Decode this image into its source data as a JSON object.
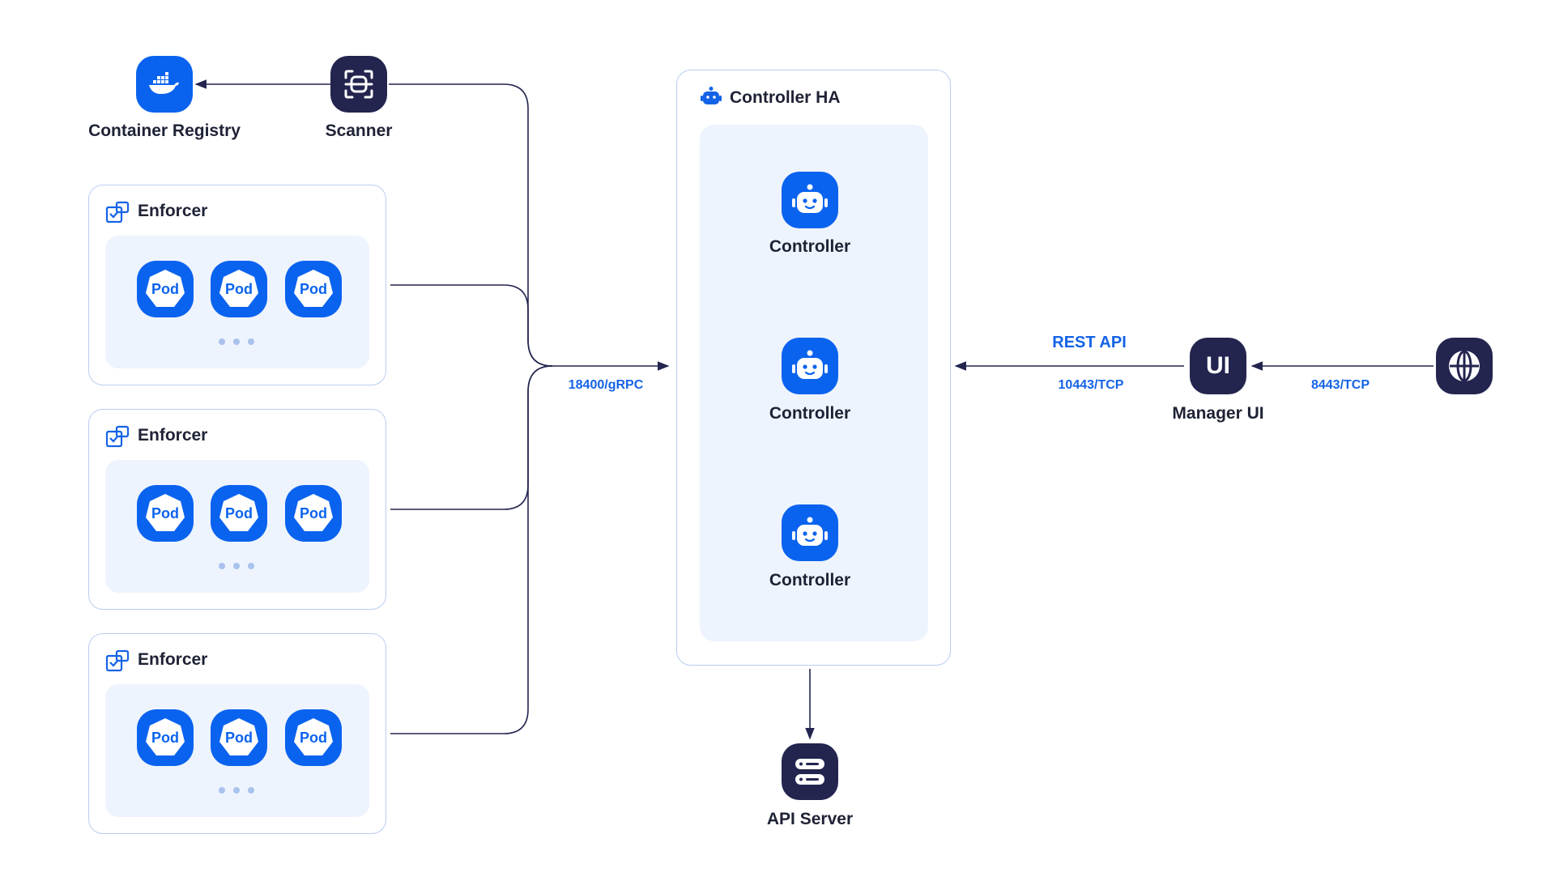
{
  "diagram": {
    "registry": {
      "label": "Container Registry",
      "icon": "docker-icon"
    },
    "scanner": {
      "label": "Scanner",
      "icon": "scan-icon"
    },
    "enforcers": [
      {
        "title": "Enforcer",
        "pods": [
          "Pod",
          "Pod",
          "Pod"
        ]
      },
      {
        "title": "Enforcer",
        "pods": [
          "Pod",
          "Pod",
          "Pod"
        ]
      },
      {
        "title": "Enforcer",
        "pods": [
          "Pod",
          "Pod",
          "Pod"
        ]
      }
    ],
    "grpc_label": "18400/gRPC",
    "controller_ha": {
      "title": "Controller HA",
      "controllers": [
        "Controller",
        "Controller",
        "Controller"
      ]
    },
    "api_server": {
      "label": "API Server",
      "icon": "server-icon"
    },
    "rest_api": {
      "label": "REST API",
      "port": "10443/TCP"
    },
    "manager_ui": {
      "label": "Manager UI",
      "badge": "UI"
    },
    "browser": {
      "port": "8443/TCP",
      "icon": "globe-icon"
    },
    "colors": {
      "accent": "#0a63ef",
      "dark": "#23254f",
      "line": "#23254f",
      "panel": "#eef4fd",
      "border": "#b9cff0",
      "link_text": "#1463e6"
    }
  }
}
